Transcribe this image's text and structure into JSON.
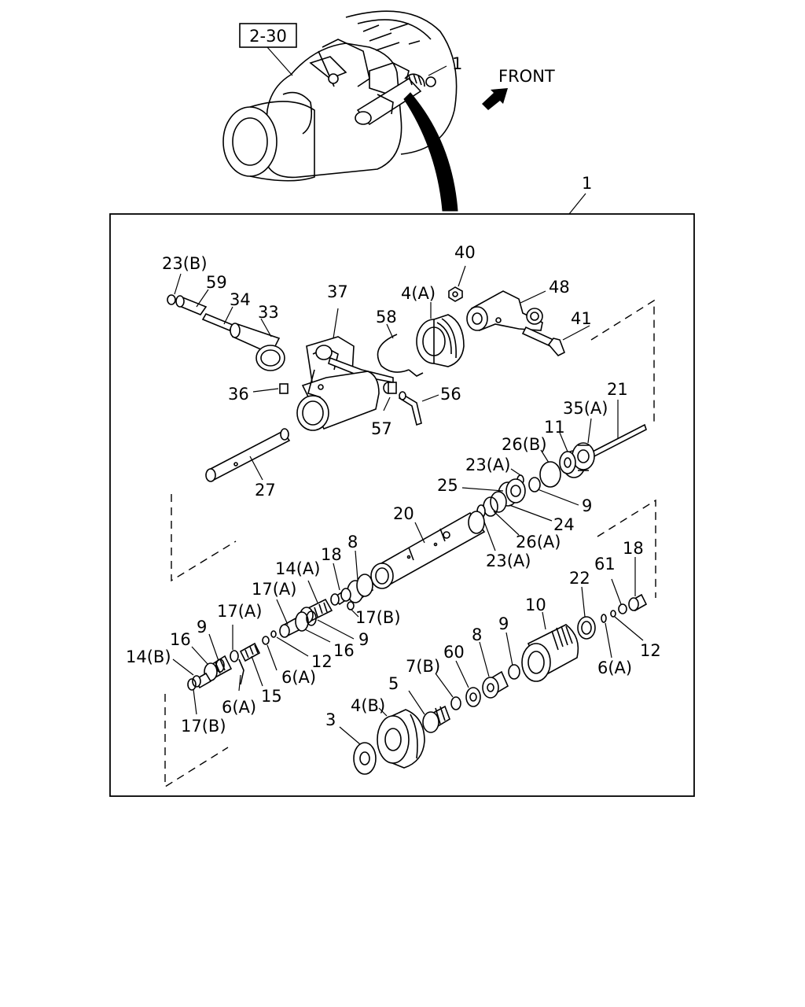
{
  "reference_box": "2-30",
  "front_label": "FRONT",
  "callouts": {
    "assy_top": "1",
    "assy_box": "1",
    "c23B_top": "23(B)",
    "c59": "59",
    "c34": "34",
    "c33": "33",
    "c37": "37",
    "c58": "58",
    "c4A": "4(A)",
    "c40": "40",
    "c48": "48",
    "c41": "41",
    "c36": "36",
    "c57": "57",
    "c56": "56",
    "c27": "27",
    "c21": "21",
    "c35A": "35(A)",
    "c11": "11",
    "c26B": "26(B)",
    "c23A_up": "23(A)",
    "c9_right": "9",
    "c25": "25",
    "c24": "24",
    "c20": "20",
    "c26A": "26(A)",
    "c23A_low": "23(A)",
    "c8_mid": "8",
    "c18_mid": "18",
    "c14A": "14(A)",
    "c17A_up": "17(A)",
    "c17B_mid": "17(B)",
    "c9_mid": "9",
    "c16_mid": "16",
    "c17A_low": "17(A)",
    "c16_left": "16",
    "c9_left": "9",
    "c14B": "14(B)",
    "c12_left": "12",
    "c6A_left": "6(A)",
    "c6A_low": "6(A)",
    "c15": "15",
    "c17B_low": "17(B)",
    "c22": "22",
    "c61": "61",
    "c18_right": "18",
    "c10": "10",
    "c12_right": "12",
    "c6A_right": "6(A)",
    "c9_low": "9",
    "c8_low": "8",
    "c60": "60",
    "c7B": "7(B)",
    "c5": "5",
    "c4B": "4(B)",
    "c3": "3"
  }
}
